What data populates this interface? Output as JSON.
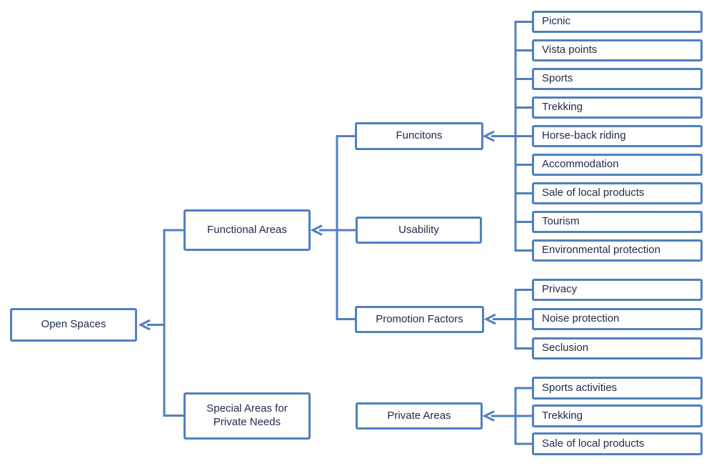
{
  "colors": {
    "box_border": "#4F81BD",
    "connector_line": "#4F81BD",
    "text": "#1E2A4A",
    "background": "#FFFFFF"
  },
  "tree": {
    "label": "Open Spaces",
    "children": [
      {
        "label": "Functional Areas",
        "children": [
          {
            "label": "Funcitons",
            "children": [
              {
                "label": "Picnic"
              },
              {
                "label": "Vista points"
              },
              {
                "label": "Sports"
              },
              {
                "label": "Trekking"
              },
              {
                "label": "Horse-back riding"
              },
              {
                "label": "Accommodation"
              },
              {
                "label": "Sale of local products"
              },
              {
                "label": "Tourism"
              },
              {
                "label": "Environmental protection"
              }
            ]
          },
          {
            "label": "Usability",
            "children": []
          },
          {
            "label": "Promotion Factors",
            "children": [
              {
                "label": "Privacy"
              },
              {
                "label": "Noise protection"
              },
              {
                "label": "Seclusion"
              }
            ]
          }
        ]
      },
      {
        "label": "Special Areas for Private Needs",
        "children": [
          {
            "label": "Private Areas",
            "children": [
              {
                "label": "Sports activities"
              },
              {
                "label": "Trekking"
              },
              {
                "label": "Sale of local products"
              }
            ]
          }
        ]
      }
    ]
  }
}
